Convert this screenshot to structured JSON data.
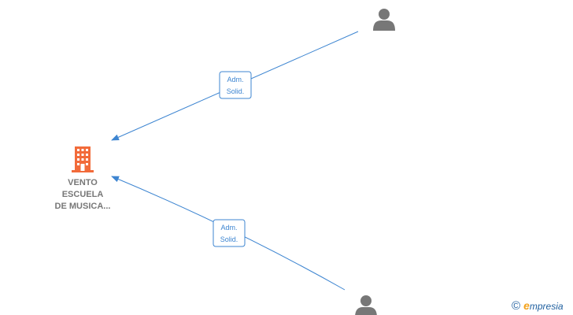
{
  "company": {
    "name_lines": [
      "VENTO",
      "ESCUELA",
      "DE MUSICA..."
    ],
    "icon": "building-icon",
    "color": "#f26b3a"
  },
  "people": [
    {
      "icon": "person-icon",
      "color": "#777777"
    },
    {
      "icon": "person-icon",
      "color": "#777777"
    }
  ],
  "edges": [
    {
      "label_lines": [
        "Adm.",
        "Solid."
      ],
      "color": "#3d85d1"
    },
    {
      "label_lines": [
        "Adm.",
        "Solid."
      ],
      "color": "#3d85d1"
    }
  ],
  "footer": {
    "copyright_symbol": "©",
    "brand_first_letter": "e",
    "brand_rest": "mpresia"
  }
}
